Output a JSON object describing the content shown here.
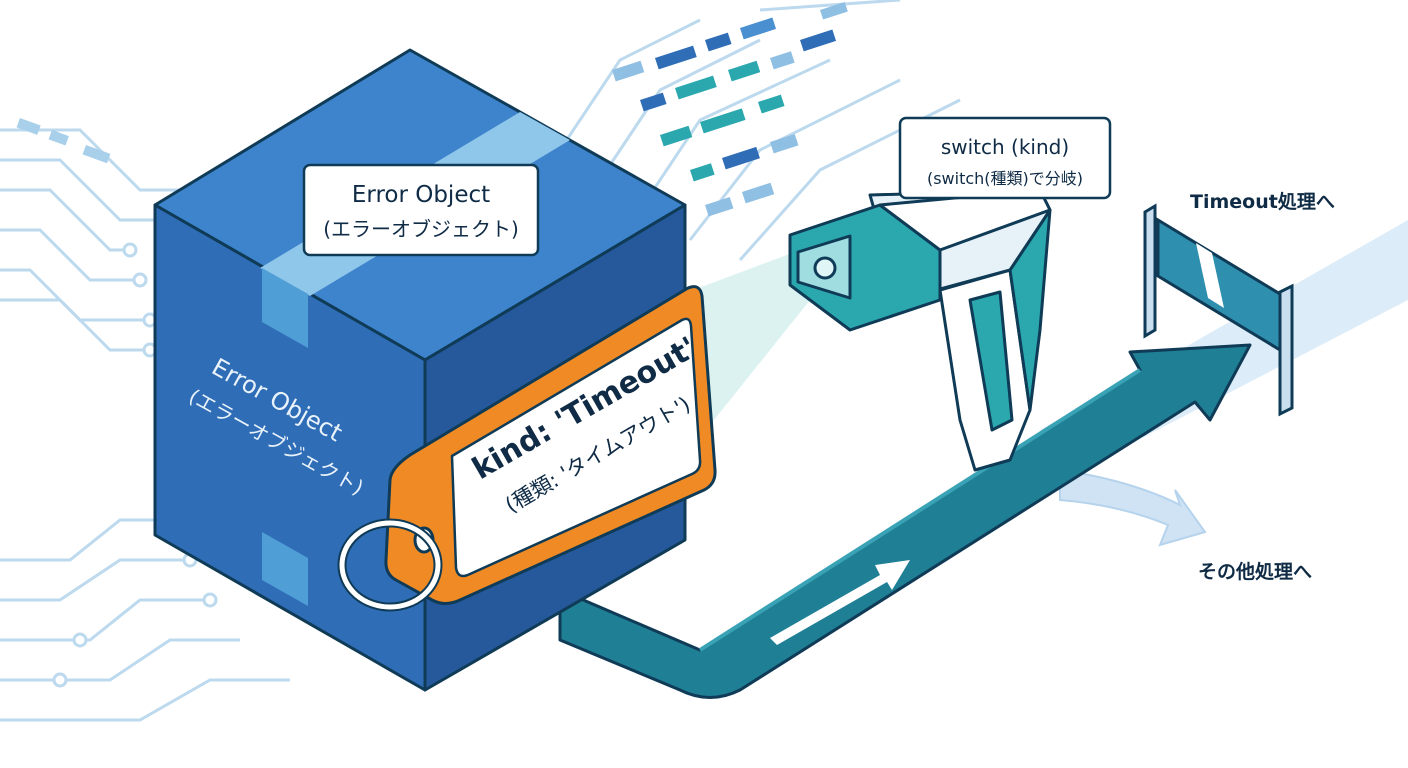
{
  "box": {
    "label_top_line1": "Error Object",
    "label_top_line2": "(エラーオブジェクト)",
    "label_side_line1": "Error Object",
    "label_side_line2": "(エラーオブジェクト)"
  },
  "tag": {
    "line1": "kind: 'Timeout'",
    "line2": "(種類: 'タイムアウト')"
  },
  "scanner": {
    "label_line1": "switch (kind)",
    "label_line2": "(switch(種類)で分岐)"
  },
  "routes": {
    "timeout": "Timeout処理へ",
    "other": "その他処理へ"
  },
  "colors": {
    "box_front": "#2f6db7",
    "box_top": "#3e84cc",
    "box_side": "#25599c",
    "tag_orange": "#f08a24",
    "conveyor": "#1f7f95",
    "scanner_teal": "#2aa8ad",
    "light_path": "#cfe6f5"
  }
}
